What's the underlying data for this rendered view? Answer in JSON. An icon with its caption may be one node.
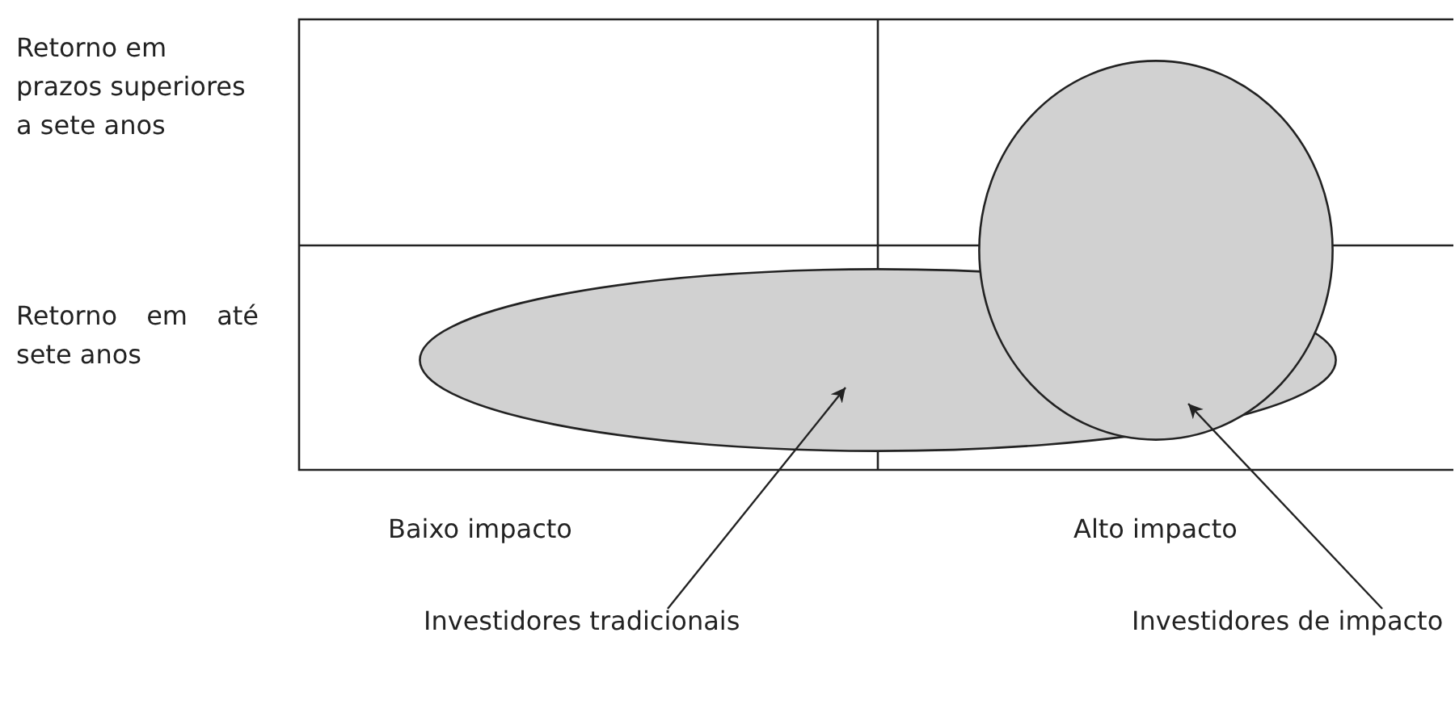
{
  "diagram": {
    "nodes": [
      {
        "text": [],
        "shape": "ellipse"
      },
      {
        "text": [],
        "shape": "ellipse"
      },
      {
        "text": [
          "Investidores tradicionais"
        ]
      },
      {
        "text": [
          "Investidores de impacto"
        ]
      }
    ],
    "edges": [
      {
        "from": 2,
        "to": 1,
        "arrow": "to"
      },
      {
        "from": 3,
        "to": 0,
        "arrow": "to"
      }
    ],
    "labels": [
      "Retorno em prazos superiores a sete anos",
      "Retorno em até sete anos",
      "Baixo impacto",
      "Alto impacto"
    ]
  }
}
